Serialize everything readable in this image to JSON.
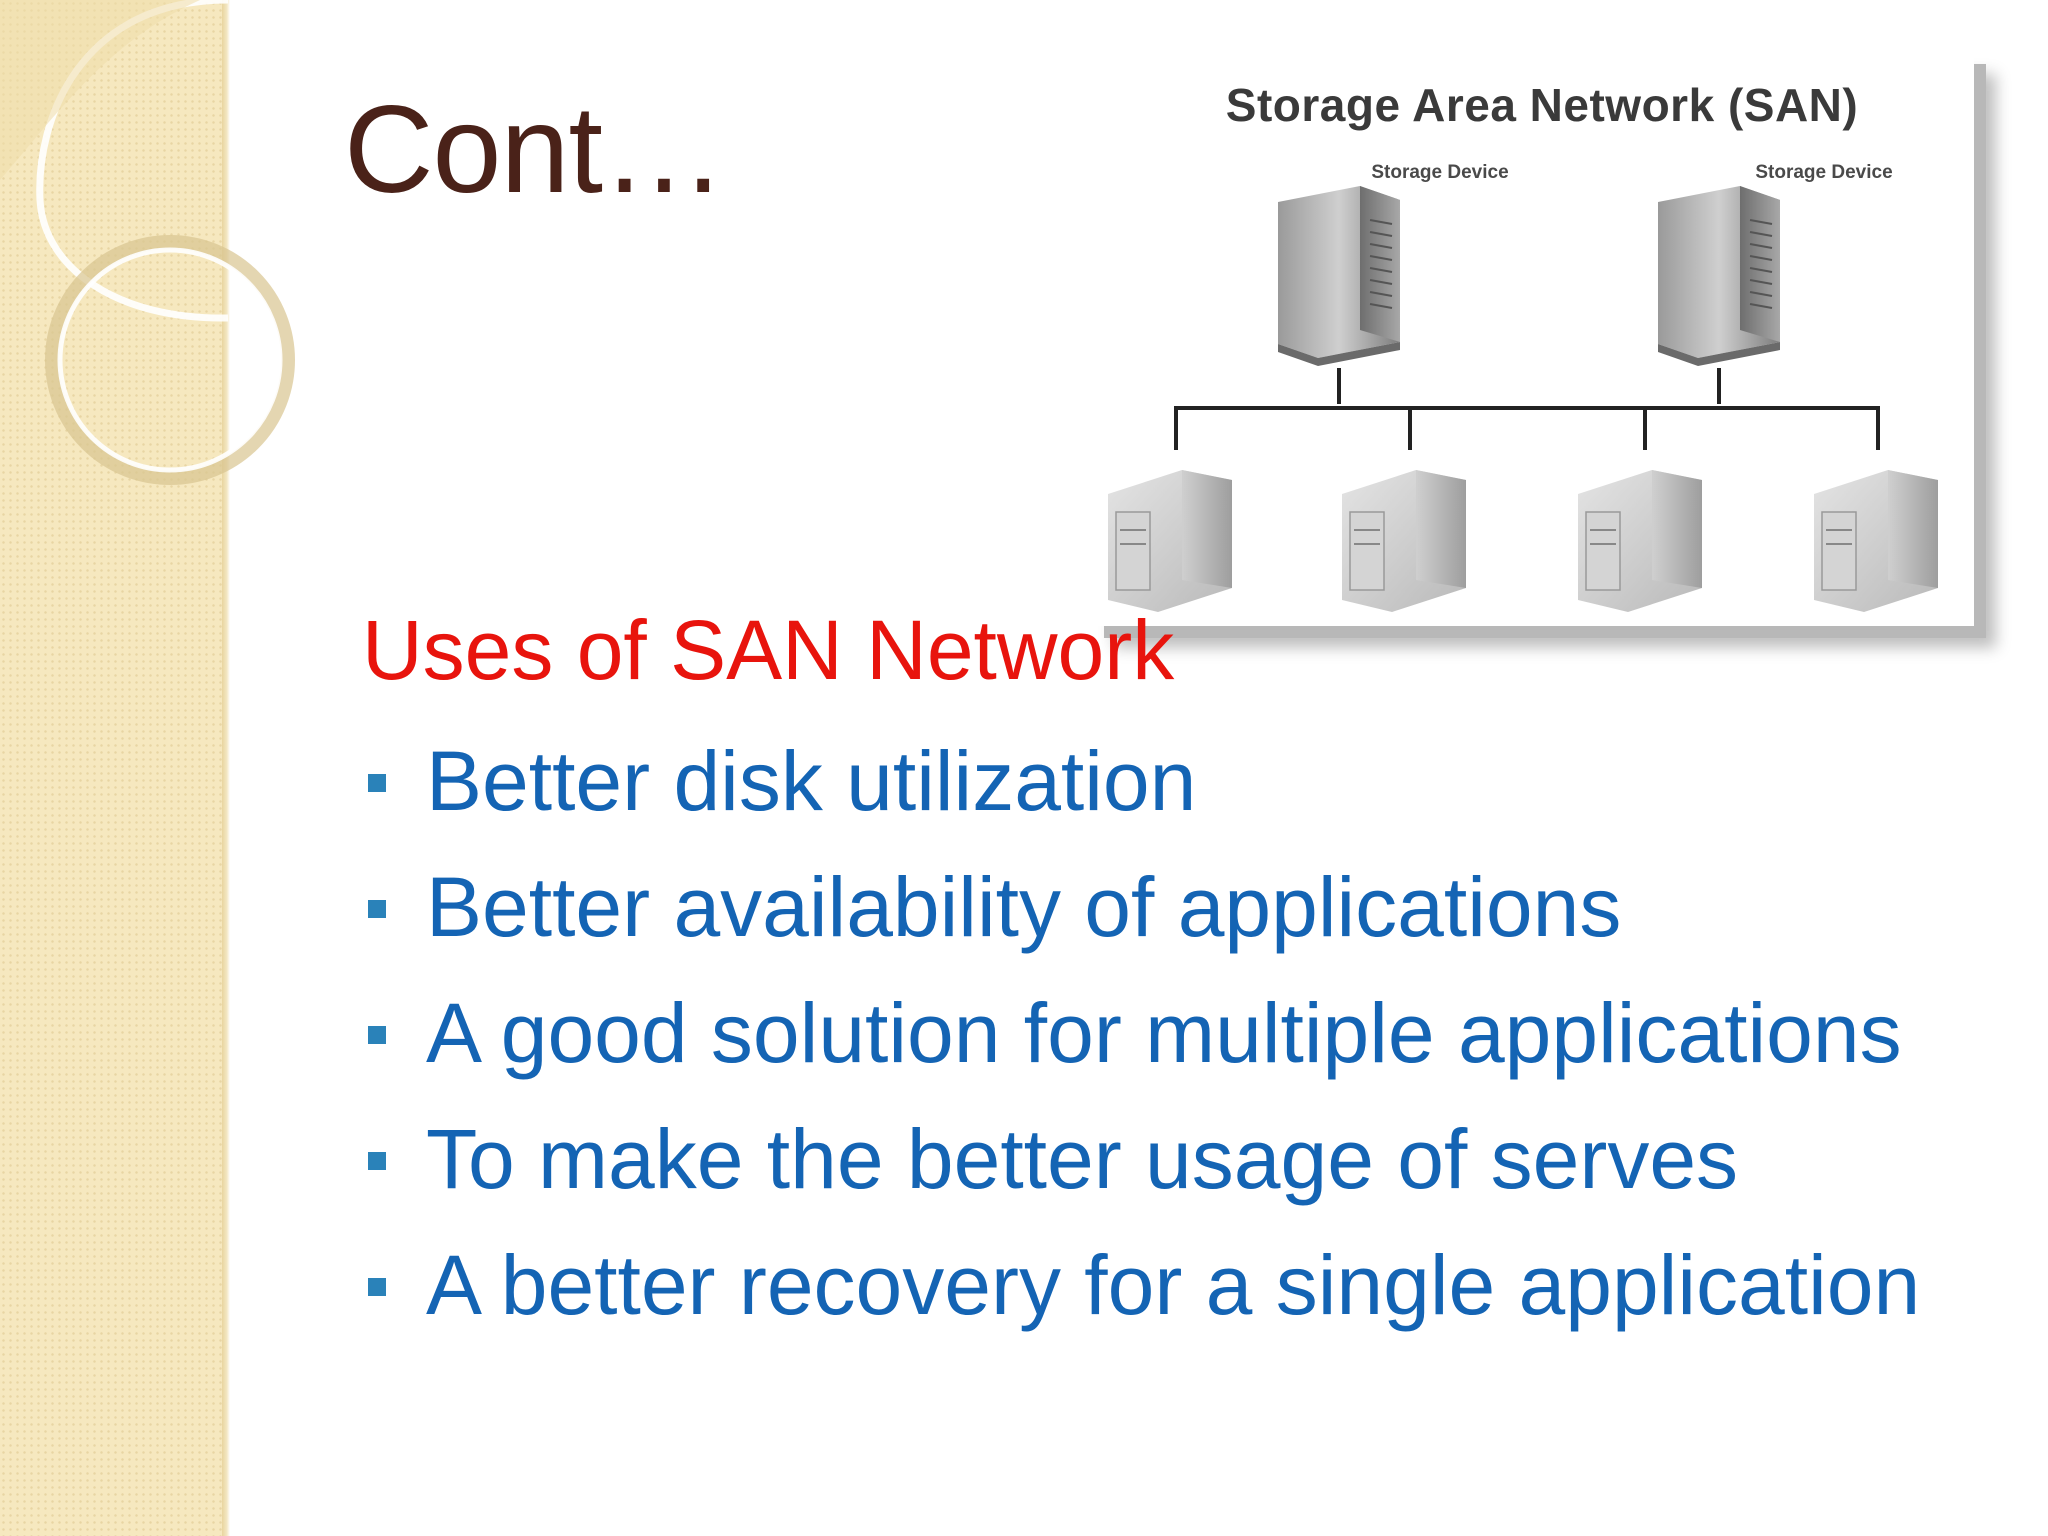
{
  "slide": {
    "title": "Cont…",
    "subheading": "Uses of SAN Network",
    "bullets": [
      "Better disk utilization",
      "Better availability of applications",
      "A good solution for multiple applications",
      "To make the better usage of serves",
      "A better recovery for a single application"
    ]
  },
  "figure": {
    "title": "Storage Area Network (SAN)",
    "storage_device_label_1": "Storage Device",
    "storage_device_label_2": "Storage Device",
    "storage_device_count": 2,
    "server_count": 4
  },
  "colors": {
    "title": "#4a2219",
    "subheading": "#e8140d",
    "bullet_text": "#1464b4",
    "bullet_marker": "#2a82b9",
    "left_band": "#f6e8bf"
  }
}
